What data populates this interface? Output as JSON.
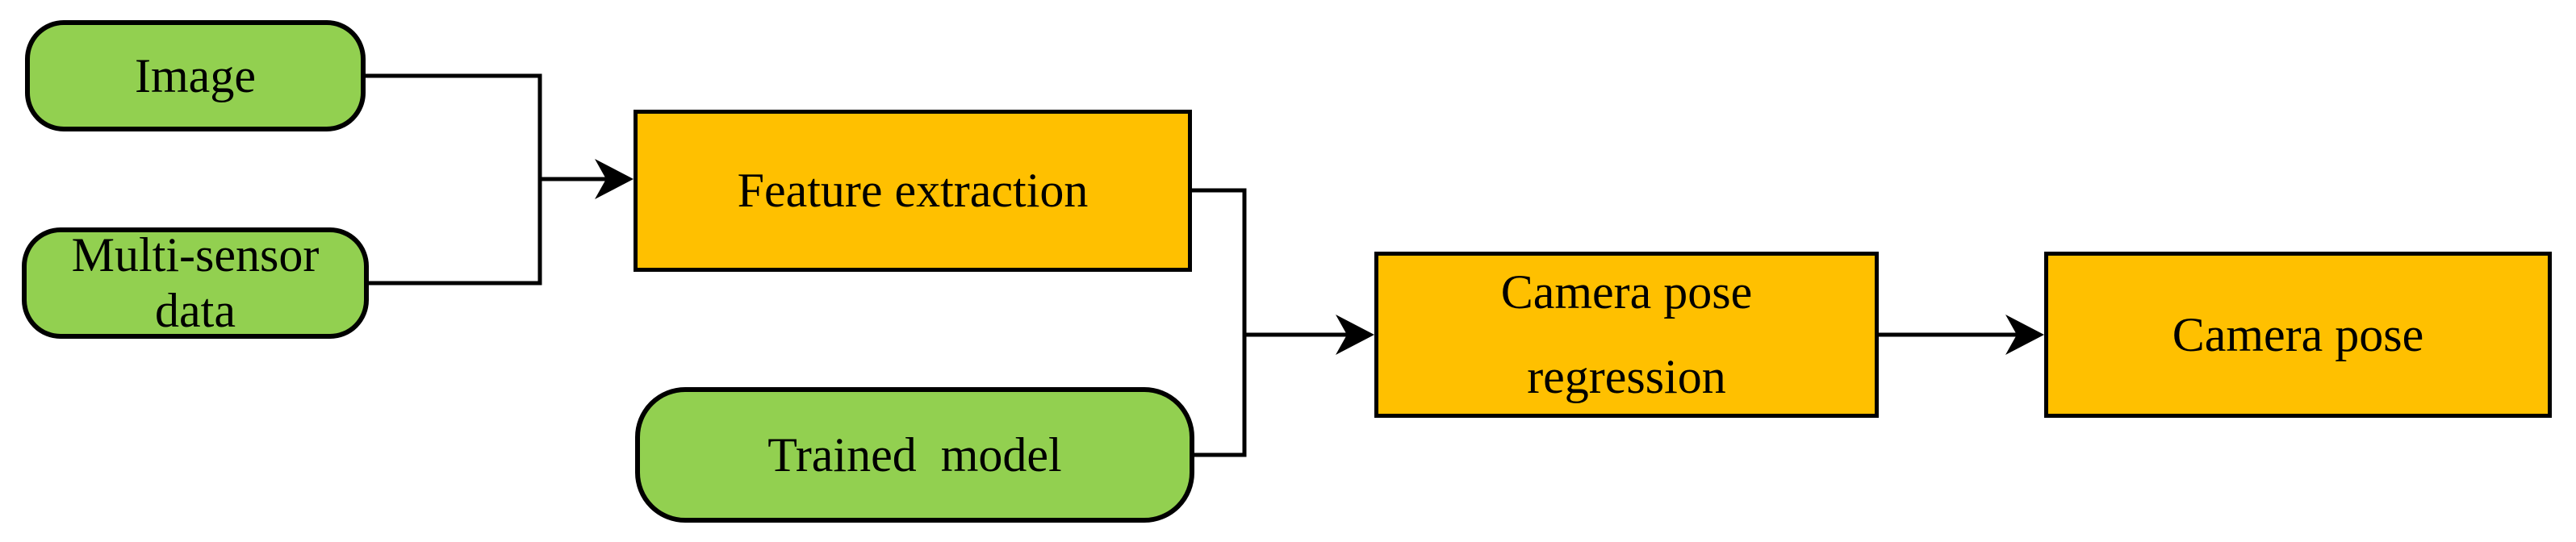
{
  "figure": {
    "type": "flowchart",
    "background": "#FFFFFF",
    "colors": {
      "green": "#92D050",
      "orange": "#FFC000",
      "line": "#000000",
      "text": "#000000"
    },
    "nodes": [
      {
        "id": "image",
        "label": "Image",
        "shape": "rounded-pill",
        "fill": "green"
      },
      {
        "id": "multi-sensor-data",
        "label": "Multi-sensor data",
        "shape": "rounded-pill",
        "fill": "green"
      },
      {
        "id": "feature-extraction",
        "label": "Feature extraction",
        "shape": "rectangle",
        "fill": "orange"
      },
      {
        "id": "trained-model",
        "label": "Trained  model",
        "shape": "rounded-pill",
        "fill": "green"
      },
      {
        "id": "camera-pose-regression",
        "label": "Camera pose\nregression",
        "shape": "rectangle",
        "fill": "orange"
      },
      {
        "id": "camera-pose",
        "label": "Camera pose",
        "shape": "rectangle",
        "fill": "orange"
      }
    ],
    "edges": [
      {
        "from": "image",
        "to": "feature-extraction",
        "arrow": true
      },
      {
        "from": "multi-sensor-data",
        "to": "feature-extraction",
        "arrow": true
      },
      {
        "from": "feature-extraction",
        "to": "camera-pose-regression",
        "arrow": true
      },
      {
        "from": "trained-model",
        "to": "camera-pose-regression",
        "arrow": true
      },
      {
        "from": "camera-pose-regression",
        "to": "camera-pose",
        "arrow": true
      }
    ]
  }
}
